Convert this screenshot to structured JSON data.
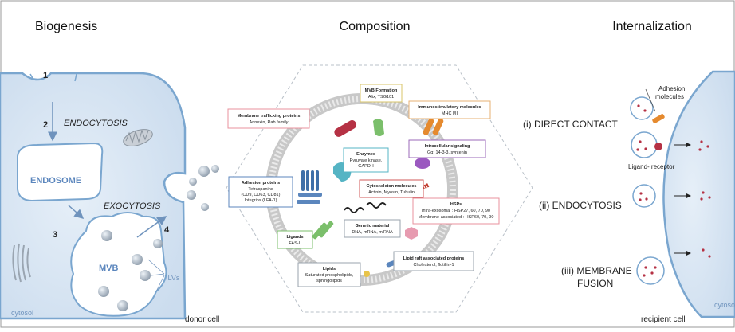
{
  "panels": {
    "biogenesis": "Biogenesis",
    "composition": "Composition",
    "internalization": "Internalization"
  },
  "biogenesis": {
    "steps": [
      "1",
      "2",
      "3",
      "4"
    ],
    "endocytosis": "ENDOCYTOSIS",
    "endosome": "ENDOSOME",
    "exocytosis": "EXOCYTOSIS",
    "mvb": "MVB",
    "ilvs": "ILVs",
    "cytosol": "cytosol",
    "donor_cell": "donor cell"
  },
  "composition": {
    "mvb_formation": {
      "title": "MVB Formation",
      "body": [
        "Alix, TSG101"
      ]
    },
    "membrane_trafficking": {
      "title": "Membrane trafficking proteins",
      "body": [
        "Annexin, Rab family"
      ]
    },
    "immunostimulatory": {
      "title": "Immunostimulatory molecules",
      "body": [
        "MHC I/II"
      ]
    },
    "enzymes": {
      "title": "Enzymes",
      "body": [
        "Pyruvate kinase,",
        "GAPDH"
      ]
    },
    "intracellular_signaling": {
      "title": "Intracellular signaling",
      "body": [
        "Gα, 14-3-3, syntenin"
      ]
    },
    "adhesion_proteins": {
      "title": "Adhesion proteins",
      "body": [
        "Tetraspanins",
        "(CD9, CD63, CD81)",
        "Integrins (LFA-1)"
      ]
    },
    "cytoskeleton": {
      "title": "Cytoskeleton molecules",
      "body": [
        "Actinin, Myosin, Tubulin"
      ]
    },
    "hsps": {
      "title": "HSPs",
      "body": [
        "Intra-exosomal : HSP27, 60, 70, 90",
        "Membrane-associated : HSP60, 70, 90"
      ]
    },
    "genetic_material": {
      "title": "Genetic material",
      "body": [
        "DNA, mRNA, miRNA"
      ]
    },
    "ligands": {
      "title": "Ligands",
      "body": [
        "FAS-L"
      ]
    },
    "lipids": {
      "title": "Lipids",
      "body": [
        "Saturated phospholipids,",
        "sphingolipids"
      ]
    },
    "lipid_raft": {
      "title": "Lipid raft associated proteins",
      "body": [
        "Cholesterol, flotillin-1"
      ]
    }
  },
  "internalization": {
    "direct_contact": "(i) DIRECT CONTACT",
    "endocytosis": "(ii) ENDOCYTOSIS",
    "membrane_fusion_line1": "(iii) MEMBRANE",
    "membrane_fusion_line2": "FUSION",
    "adhesion_line1": "Adhesion",
    "adhesion_line2": "molecules",
    "ligand_receptor": "Ligand- receptor",
    "cytosol": "cytoso",
    "recipient_cell": "recipient cell"
  },
  "colors": {
    "cell_fill": "#dbe8f4",
    "cell_stroke": "#7aa6cf",
    "vesicle": "#a9b6c4",
    "arrow": "#6f93bd",
    "ruby": "#b53144",
    "box_pink": "#e8929d",
    "box_orange": "#e7b173",
    "box_yellow": "#d8c56a",
    "box_teal": "#55b4c4",
    "box_purple": "#9b69b8",
    "box_red": "#d15a5a",
    "box_blue": "#5b86bd",
    "box_green": "#7bbf6b",
    "box_gray": "#9aa3ad"
  }
}
